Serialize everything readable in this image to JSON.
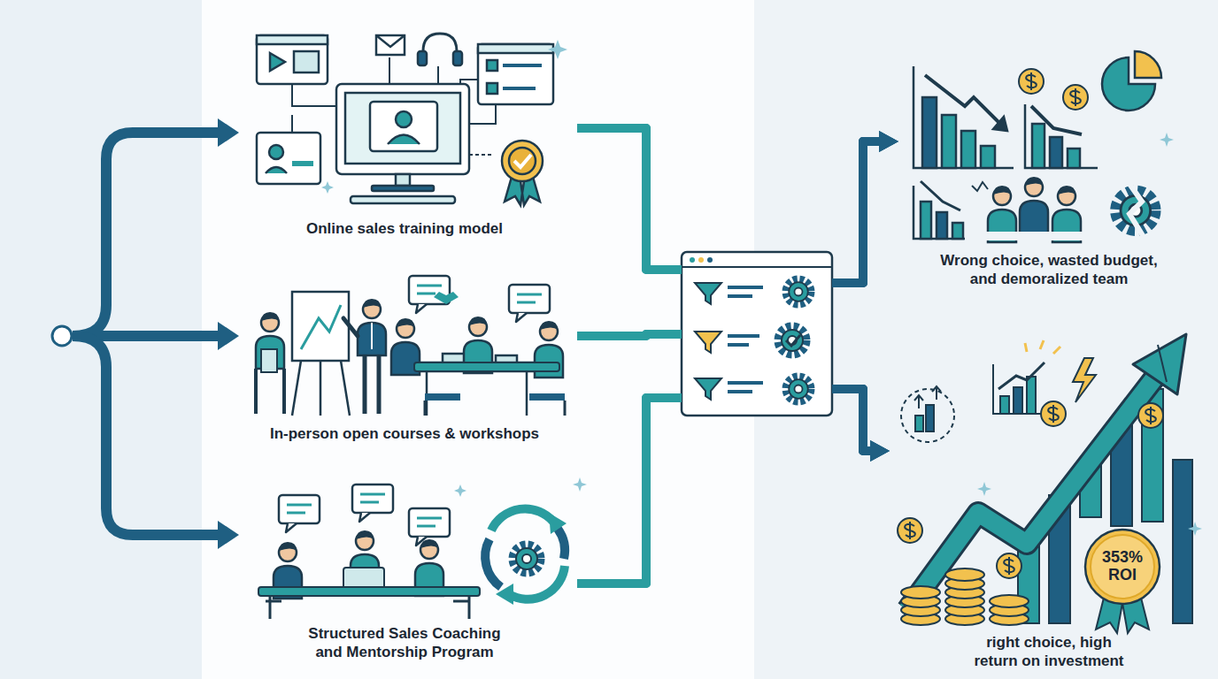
{
  "diagram": {
    "nodes": [
      {
        "text": [
          "Online sales training model"
        ]
      },
      {
        "text": [
          "In-person open courses & workshops"
        ]
      },
      {
        "text": [
          "Structured Sales Coaching and Mentorship Program"
        ]
      },
      {
        "text": [
          "Wrong choice, wasted budget, and demoralized team"
        ]
      },
      {
        "text": [
          "right choice, high return on investment"
        ]
      }
    ],
    "edges": [
      {
        "from": 0,
        "to": 3,
        "arrow": "to"
      },
      {
        "from": 0,
        "to": 4,
        "arrow": "to"
      },
      {
        "from": 1,
        "to": 3,
        "arrow": "to"
      },
      {
        "from": 1,
        "to": 4,
        "arrow": "to"
      },
      {
        "from": 2,
        "to": 3,
        "arrow": "to"
      },
      {
        "from": 2,
        "to": 4,
        "arrow": "to"
      }
    ],
    "labels": [
      "353% ROI"
    ]
  }
}
